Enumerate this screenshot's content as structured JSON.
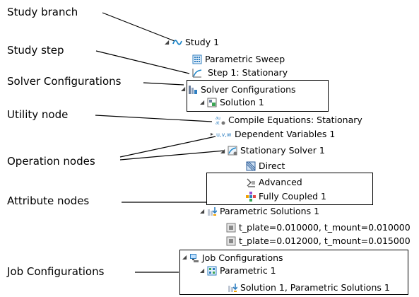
{
  "callouts": {
    "study_branch": "Study branch",
    "study_step": "Study step",
    "solver_configurations": "Solver Configurations",
    "utility_node": "Utility node",
    "operation_nodes": "Operation nodes",
    "attribute_nodes": "Attribute nodes",
    "job_configurations": "Job Configurations"
  },
  "tree": {
    "study": "Study 1",
    "parametric_sweep": "Parametric Sweep",
    "step1": "Step 1: Stationary",
    "solver_configurations": "Solver Configurations",
    "solution1": "Solution 1",
    "compile_equations": "Compile Equations: Stationary",
    "dependent_variables": "Dependent Variables 1",
    "stationary_solver": "Stationary Solver 1",
    "direct": "Direct",
    "advanced": "Advanced",
    "fully_coupled": "Fully Coupled 1",
    "parametric_solutions": "Parametric Solutions 1",
    "param_solution_a": "t_plate=0.010000, t_mount=0.010000",
    "param_solution_b": "t_plate=0.012000, t_mount=0.015000",
    "job_configurations": "Job Configurations",
    "parametric1": "Parametric 1",
    "solution_param_solutions": "Solution 1, Parametric Solutions 1"
  },
  "icons": {
    "study": "study-icon",
    "parametric_sweep": "parametric-sweep-icon",
    "step": "stationary-step-icon",
    "solver_configurations": "solver-configurations-icon",
    "solution": "solution-icon",
    "compile_equations": "compile-equations-icon",
    "dependent_variables": "dependent-variables-icon",
    "stationary_solver": "stationary-solver-icon",
    "direct": "direct-icon",
    "advanced": "advanced-icon",
    "fully_coupled": "fully-coupled-icon",
    "parametric_solutions": "parametric-solutions-icon",
    "solution_item": "solution-item-icon",
    "job_configurations": "job-configurations-icon",
    "parametric_job": "parametric-job-icon"
  }
}
